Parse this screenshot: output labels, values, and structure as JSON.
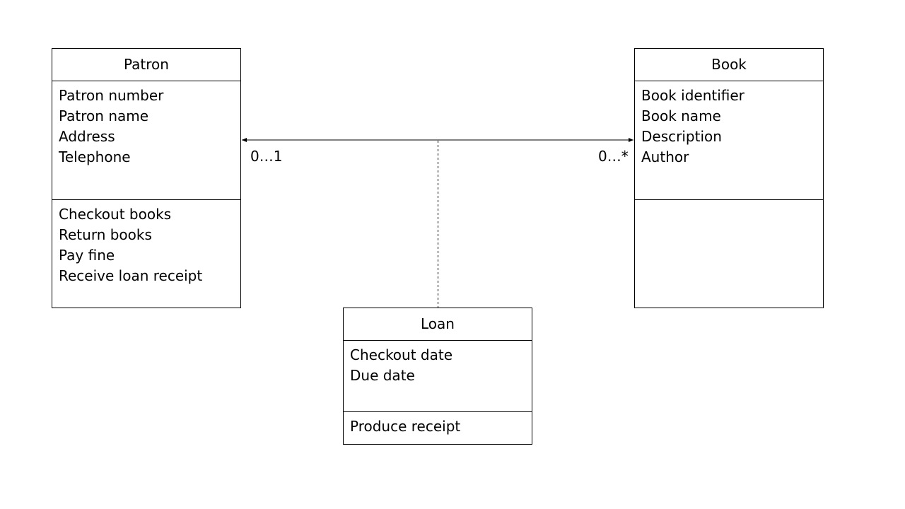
{
  "diagram": {
    "classes": {
      "patron": {
        "name": "Patron",
        "attributes": [
          "Patron number",
          "Patron name",
          "Address",
          "Telephone"
        ],
        "operations": [
          "Checkout books",
          "Return books",
          "Pay fine",
          "Receive loan receipt"
        ]
      },
      "book": {
        "name": "Book",
        "attributes": [
          "Book identifier",
          "Book name",
          "Description",
          "Author"
        ],
        "operations": []
      },
      "loan": {
        "name": "Loan",
        "attributes": [
          "Checkout date",
          "Due date"
        ],
        "operations": [
          "Produce receipt"
        ]
      }
    },
    "association": {
      "patron_multiplicity": "0…1",
      "book_multiplicity": "0…*"
    }
  }
}
